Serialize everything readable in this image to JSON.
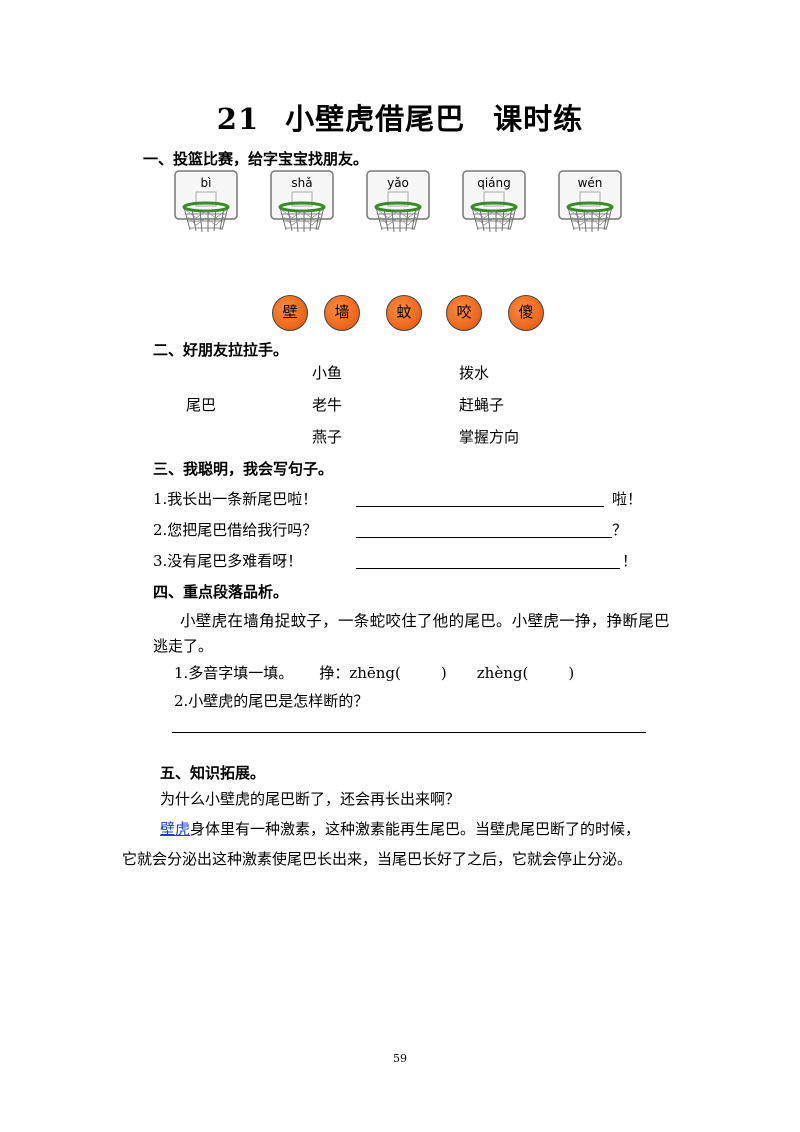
{
  "title": {
    "num": "21",
    "main": "小壁虎借尾巴",
    "sub": "课时练"
  },
  "sections": {
    "s1": "一、投篮比赛，给字宝宝找朋友。",
    "s2": "二、好朋友拉拉手。",
    "s3": "三、我聪明，我会写句子。",
    "s4": "四、重点段落品析。",
    "s5": "五、知识拓展。"
  },
  "hoops": [
    "bì",
    "shǎ",
    "yǎo",
    "qiáng",
    "wén"
  ],
  "balls": [
    "壁",
    "墙",
    "蚊",
    "咬",
    "傻"
  ],
  "match": {
    "left": "尾巴",
    "middle": [
      "小鱼",
      "老牛",
      "燕子"
    ],
    "right": [
      "拨水",
      "赶蝇子",
      "掌握方向"
    ]
  },
  "sentences": [
    {
      "text": "1.我长出一条新尾巴啦！",
      "end": "啦！"
    },
    {
      "text": "2.您把尾巴借给我行吗？",
      "end": "？"
    },
    {
      "text": "3.没有尾巴多难看呀！",
      "end": "！"
    }
  ],
  "passage": {
    "line1": "小壁虎在墙角捉蚊子，一条蛇咬住了他的尾巴。小壁虎一挣，挣断尾巴",
    "line2": "逃走了。",
    "q1": "1.多音字填一填。",
    "q1_char": "挣：",
    "q1_a": "zhēng(",
    "q1_b": "zhèng(",
    "close": ")",
    "q2": "2.小壁虎的尾巴是怎样断的？"
  },
  "extend": {
    "question": "为什么小壁虎的尾巴断了，还会再长出来啊？",
    "link": "壁虎",
    "line1_rest": "身体里有一种激素，这种激素能再生尾巴。当壁虎尾巴断了的时候，",
    "line2": "它就会分泌出这种激素使尾巴长出来，当尾巴长好了之后，它就会停止分泌。"
  },
  "page_number": "59",
  "colors": {
    "ball": "#ee6a1e",
    "link": "#1a3bd6"
  }
}
